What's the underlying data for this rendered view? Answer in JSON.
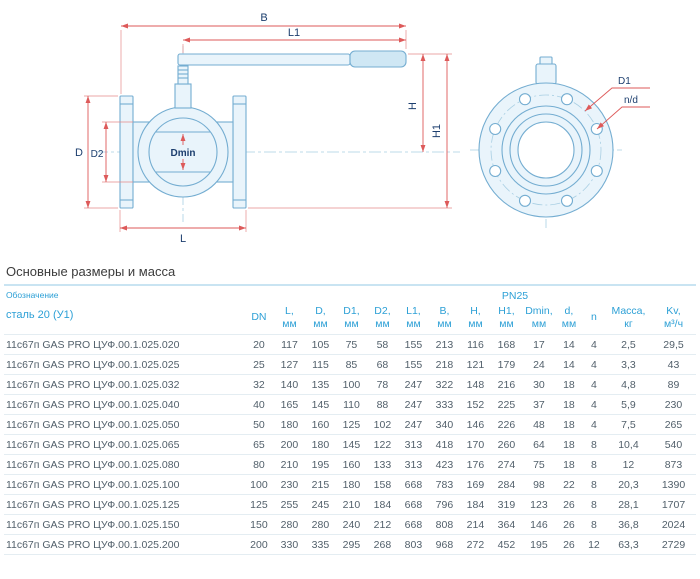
{
  "colors": {
    "drawing_stroke_blue": "#74add1",
    "drawing_fill_blue": "#e9f4fb",
    "dimension_red": "#dd5a5a",
    "label_navy": "#1c3e6e",
    "header_blue": "#2da0d6",
    "body_text": "#52606b"
  },
  "drawing": {
    "labels": {
      "b": "B",
      "l1": "L1",
      "h": "H",
      "h1": "H1",
      "d": "D",
      "d2": "D2",
      "dmin": "Dmin",
      "l": "L",
      "d1": "D1",
      "n_d": "n/d"
    }
  },
  "section_title": "Основные размеры и масса",
  "table": {
    "designation_label": "Обозначение",
    "steel_label": "сталь 20 (У1)",
    "pressure_class": "PN25",
    "columns": [
      {
        "key": "dn",
        "line1": "DN",
        "line2": ""
      },
      {
        "key": "l",
        "line1": "L,",
        "line2": "мм"
      },
      {
        "key": "d",
        "line1": "D,",
        "line2": "мм"
      },
      {
        "key": "d1",
        "line1": "D1,",
        "line2": "мм"
      },
      {
        "key": "d2",
        "line1": "D2,",
        "line2": "мм"
      },
      {
        "key": "l1",
        "line1": "L1,",
        "line2": "мм"
      },
      {
        "key": "b",
        "line1": "B,",
        "line2": "мм"
      },
      {
        "key": "h",
        "line1": "H,",
        "line2": "мм"
      },
      {
        "key": "h1",
        "line1": "H1,",
        "line2": "мм"
      },
      {
        "key": "dmin",
        "line1": "Dmin,",
        "line2": "мм"
      },
      {
        "key": "d-bolt",
        "line1": "d,",
        "line2": "мм"
      },
      {
        "key": "n",
        "line1": "n",
        "line2": ""
      },
      {
        "key": "mass",
        "line1": "Масса,",
        "line2": "кг"
      },
      {
        "key": "kv",
        "line1": "Kv,",
        "line2": "м³/ч"
      }
    ],
    "rows": [
      {
        "name": "11с67п GAS PRO ЦУФ.00.1.025.020",
        "values": [
          "20",
          "117",
          "105",
          "75",
          "58",
          "155",
          "213",
          "116",
          "168",
          "17",
          "14",
          "4",
          "2,5",
          "29,5"
        ]
      },
      {
        "name": "11с67п GAS PRO ЦУФ.00.1.025.025",
        "values": [
          "25",
          "127",
          "115",
          "85",
          "68",
          "155",
          "218",
          "121",
          "179",
          "24",
          "14",
          "4",
          "3,3",
          "43"
        ]
      },
      {
        "name": "11с67п GAS PRO ЦУФ.00.1.025.032",
        "values": [
          "32",
          "140",
          "135",
          "100",
          "78",
          "247",
          "322",
          "148",
          "216",
          "30",
          "18",
          "4",
          "4,8",
          "89"
        ]
      },
      {
        "name": "11с67п GAS PRO ЦУФ.00.1.025.040",
        "values": [
          "40",
          "165",
          "145",
          "110",
          "88",
          "247",
          "333",
          "152",
          "225",
          "37",
          "18",
          "4",
          "5,9",
          "230"
        ]
      },
      {
        "name": "11с67п GAS PRO ЦУФ.00.1.025.050",
        "values": [
          "50",
          "180",
          "160",
          "125",
          "102",
          "247",
          "340",
          "146",
          "226",
          "48",
          "18",
          "4",
          "7,5",
          "265"
        ]
      },
      {
        "name": "11с67п GAS PRO ЦУФ.00.1.025.065",
        "values": [
          "65",
          "200",
          "180",
          "145",
          "122",
          "313",
          "418",
          "170",
          "260",
          "64",
          "18",
          "8",
          "10,4",
          "540"
        ]
      },
      {
        "name": "11с67п GAS PRO ЦУФ.00.1.025.080",
        "values": [
          "80",
          "210",
          "195",
          "160",
          "133",
          "313",
          "423",
          "176",
          "274",
          "75",
          "18",
          "8",
          "12",
          "873"
        ]
      },
      {
        "name": "11с67п GAS PRO ЦУФ.00.1.025.100",
        "values": [
          "100",
          "230",
          "215",
          "180",
          "158",
          "668",
          "783",
          "169",
          "284",
          "98",
          "22",
          "8",
          "20,3",
          "1390"
        ]
      },
      {
        "name": "11с67п GAS PRO ЦУФ.00.1.025.125",
        "values": [
          "125",
          "255",
          "245",
          "210",
          "184",
          "668",
          "796",
          "184",
          "319",
          "123",
          "26",
          "8",
          "28,1",
          "1707"
        ]
      },
      {
        "name": "11с67п GAS PRO ЦУФ.00.1.025.150",
        "values": [
          "150",
          "280",
          "280",
          "240",
          "212",
          "668",
          "808",
          "214",
          "364",
          "146",
          "26",
          "8",
          "36,8",
          "2024"
        ]
      },
      {
        "name": "11с67п GAS PRO ЦУФ.00.1.025.200",
        "values": [
          "200",
          "330",
          "335",
          "295",
          "268",
          "803",
          "968",
          "272",
          "452",
          "195",
          "26",
          "12",
          "63,3",
          "2729"
        ]
      }
    ]
  }
}
